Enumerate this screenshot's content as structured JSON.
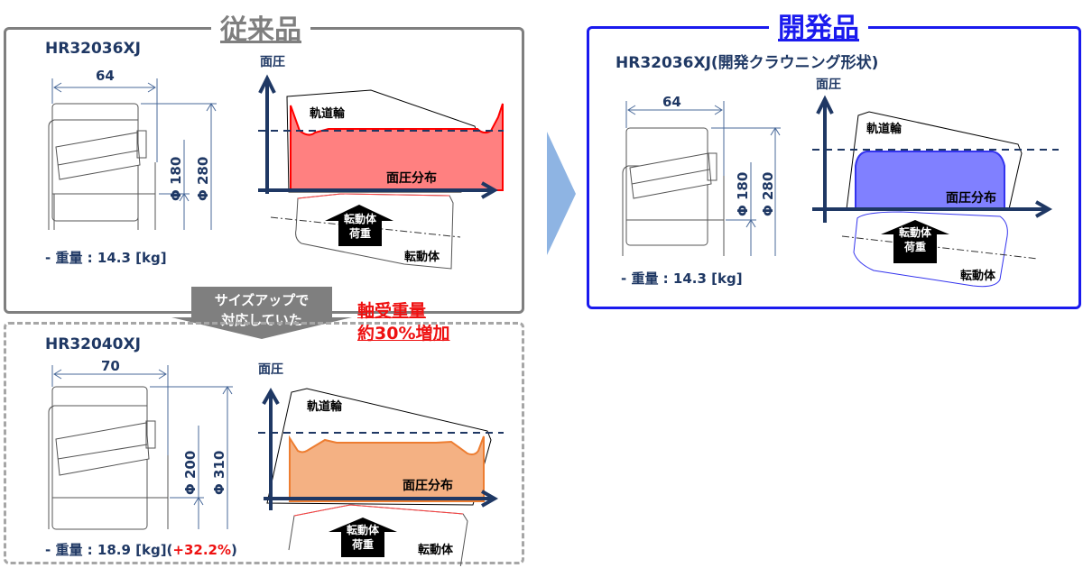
{
  "conventional": {
    "heading": "従来品",
    "model": "HR32036XJ",
    "width_dim": "64",
    "inner_dim": "Φ 180",
    "outer_dim": "Φ 280",
    "weight": "- 重量 : 14.3 [kg]",
    "chart": {
      "y_label": "面圧",
      "race_label": "軌道輪",
      "dist_label": "面圧分布",
      "load_label_1": "転動体",
      "load_label_2": "荷重",
      "roller_label": "転動体",
      "fill_color": "#ff8080",
      "line_color": "#ff0000"
    }
  },
  "transition": {
    "arrow_text_1": "サイズアップで",
    "arrow_text_2": "対応していた",
    "callout_1": "軸受重量",
    "callout_2": "約30%増加"
  },
  "upsized": {
    "model": "HR32040XJ",
    "width_dim": "70",
    "inner_dim": "Φ 200",
    "outer_dim": "Φ 310",
    "weight": "- 重量 : 18.9 [kg]",
    "weight_delta_open": "(",
    "weight_delta": "+32.2%",
    "weight_delta_close": ")",
    "chart": {
      "y_label": "面圧",
      "race_label": "軌道輪",
      "dist_label": "面圧分布",
      "load_label_1": "転動体",
      "load_label_2": "荷重",
      "roller_label": "転動体",
      "fill_color": "#f4b183",
      "line_color": "#ed7d31"
    }
  },
  "developed": {
    "heading": "開発品",
    "model": "HR32036XJ(開発クラウニング形状)",
    "width_dim": "64",
    "inner_dim": "Φ 180",
    "outer_dim": "Φ 280",
    "weight": "- 重量 : 14.3 [kg]",
    "chart": {
      "y_label": "面圧",
      "race_label": "軌道輪",
      "dist_label": "面圧分布",
      "load_label_1": "転動体",
      "load_label_2": "荷重",
      "roller_label": "転動体",
      "fill_color": "#8080ff",
      "line_color": "#3333ee"
    }
  },
  "colors": {
    "navy": "#1f3864",
    "gray": "#7f7f7f",
    "blue": "#1a1aee",
    "red": "#ee1111",
    "arrow": "#8eb4e3"
  }
}
